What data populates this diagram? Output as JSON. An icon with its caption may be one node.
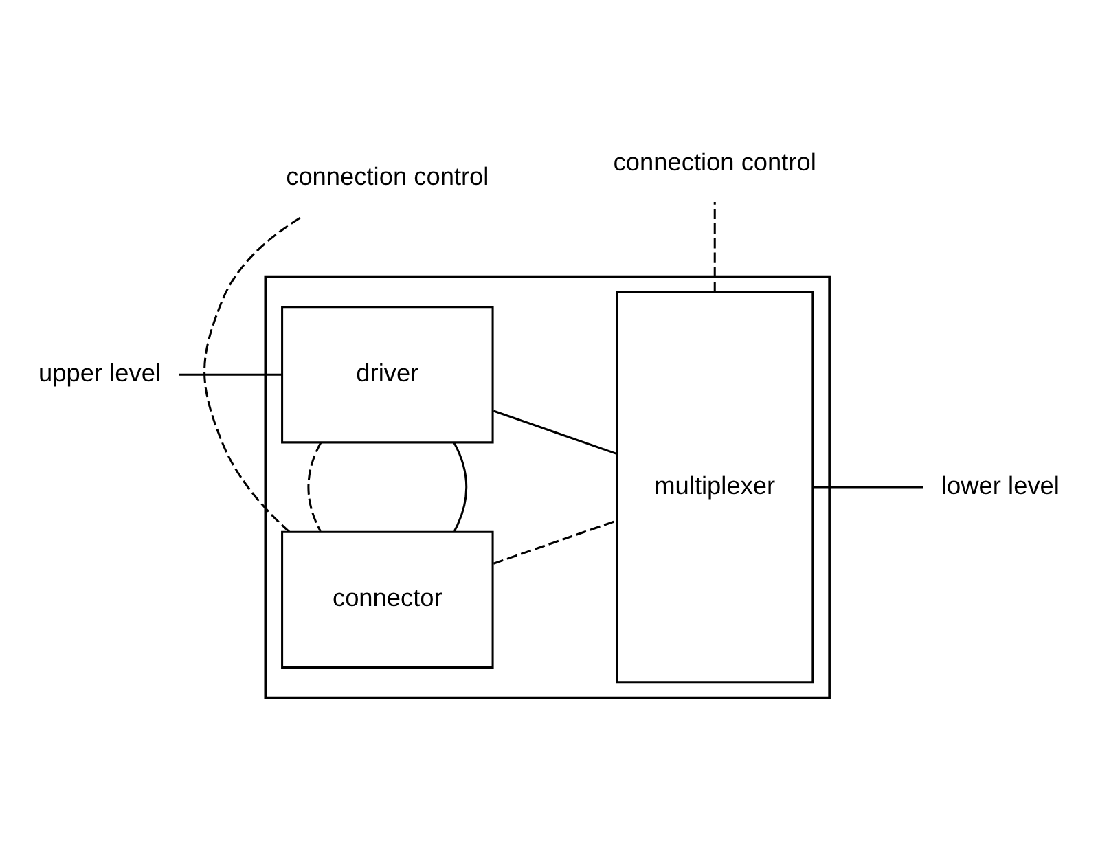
{
  "diagram": {
    "nodes": [
      {
        "text": [],
        "shape": "box"
      },
      {
        "text": [
          "upper level"
        ]
      },
      {
        "text": [
          "driver"
        ],
        "in": 0
      },
      {
        "text": [
          "multiplexer"
        ],
        "in": 0
      },
      {
        "text": [
          "lower level"
        ]
      },
      {
        "text": [
          "connector"
        ],
        "in": 0
      },
      {
        "text": [
          "connection control"
        ]
      },
      {
        "text": [
          "connection control"
        ]
      }
    ],
    "edges": [
      {
        "from": 1,
        "to": 2,
        "arrow": "none"
      },
      {
        "from": 2,
        "to": 3,
        "arrow": "none"
      },
      {
        "from": 2,
        "to": 5,
        "arrow": "none"
      },
      {
        "from": 2,
        "to": 5,
        "arrow": "none",
        "style": "dashed"
      },
      {
        "from": 5,
        "to": 3,
        "arrow": "none",
        "style": "dashed"
      },
      {
        "from": 3,
        "to": 4,
        "arrow": "none"
      },
      {
        "from": 5,
        "to": 6,
        "arrow": "none",
        "style": "dashed"
      },
      {
        "from": 3,
        "to": 7,
        "arrow": "none",
        "style": "dashed"
      }
    ]
  }
}
